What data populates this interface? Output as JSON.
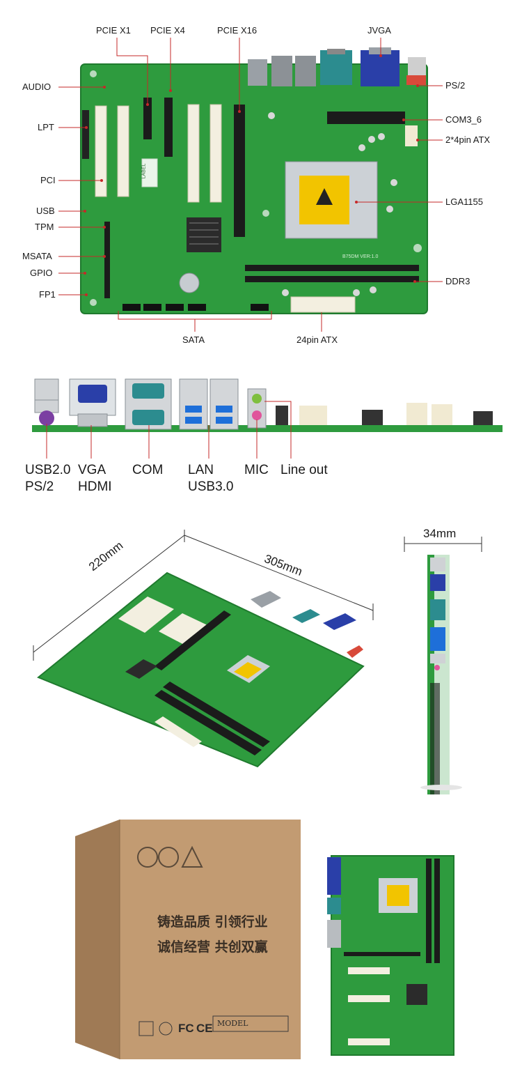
{
  "top_labels": {
    "pcie_x1": "PCIE X1",
    "pcie_x4": "PCIE X4",
    "pcie_x16": "PCIE X16",
    "jvga": "JVGA"
  },
  "left_labels": {
    "audio": "AUDIO",
    "lpt": "LPT",
    "pci": "PCI",
    "usb": "USB",
    "tpm": "TPM",
    "msata": "MSATA",
    "gpio": "GPIO",
    "fp1": "FP1"
  },
  "right_labels": {
    "ps2": "PS/2",
    "com3_6": "COM3_6",
    "atx_2x4": "2*4pin ATX",
    "lga": "LGA1155",
    "ddr3": "DDR3"
  },
  "bottom_labels": {
    "sata": "SATA",
    "atx24": "24pin ATX"
  },
  "board_silk": {
    "label_tag": "LABEL",
    "ver": "B75DM VER:1.0"
  },
  "io_labels": {
    "usb2_line1": "USB2.0",
    "usb2_line2": "PS/2",
    "vga_line1": "VGA",
    "vga_line2": "HDMI",
    "com": "COM",
    "lan_line1": "LAN",
    "lan_line2": "USB3.0",
    "mic": "MIC",
    "line_out": "Line out"
  },
  "dimensions": {
    "width": "220mm",
    "length": "305mm",
    "height": "34mm"
  },
  "package": {
    "slogan_line1": "铸造品质  引领行业",
    "slogan_line2": "诚信经营  共创双赢",
    "model_label": "MODEL",
    "cert_fc": "FC",
    "cert_ce": "CE"
  },
  "colors": {
    "pcb_green": "#2e9b3e",
    "pcb_dark": "#1f7a2e",
    "accent_red": "#c62828",
    "slot_white": "#f3efe0",
    "vga_blue": "#2a3fa8",
    "com_teal": "#2c8c8f",
    "box_brown": "#b9926a"
  }
}
